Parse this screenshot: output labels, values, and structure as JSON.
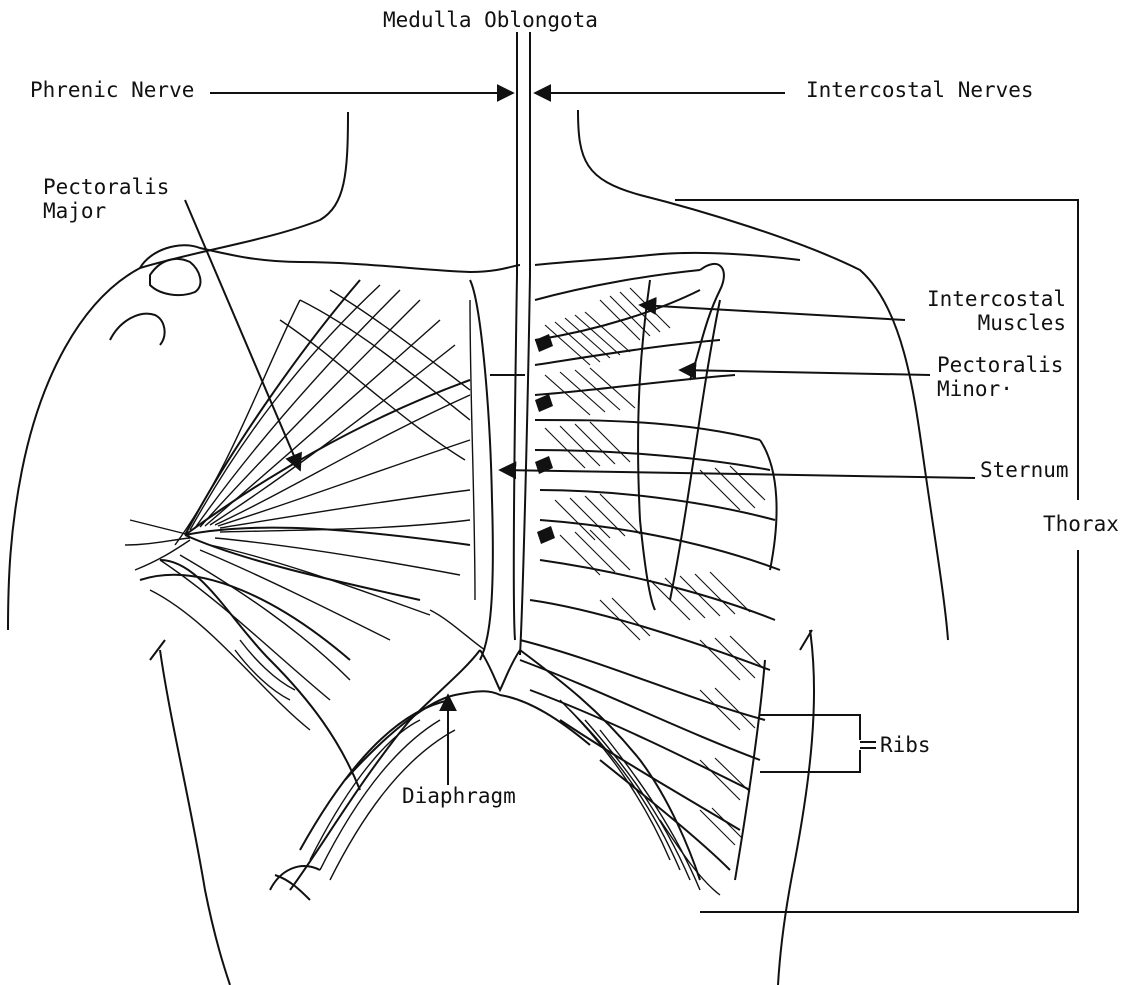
{
  "labels": {
    "medulla": "Medulla Oblongota",
    "phrenic": "Phrenic Nerve",
    "intercostal_nerves": "Intercostal Nerves",
    "pectoralis_major": "Pectoralis\nMajor",
    "intercostal_muscles": "Intercostal\nMuscles",
    "pectoralis_minor": "Pectoralis\nMinor·",
    "sternum": "Sternum",
    "thorax": "Thorax",
    "ribs": "Ribs",
    "diaphragm": "Diaphragm"
  },
  "colors": {
    "ink": "#111111",
    "paper": "#ffffff"
  }
}
